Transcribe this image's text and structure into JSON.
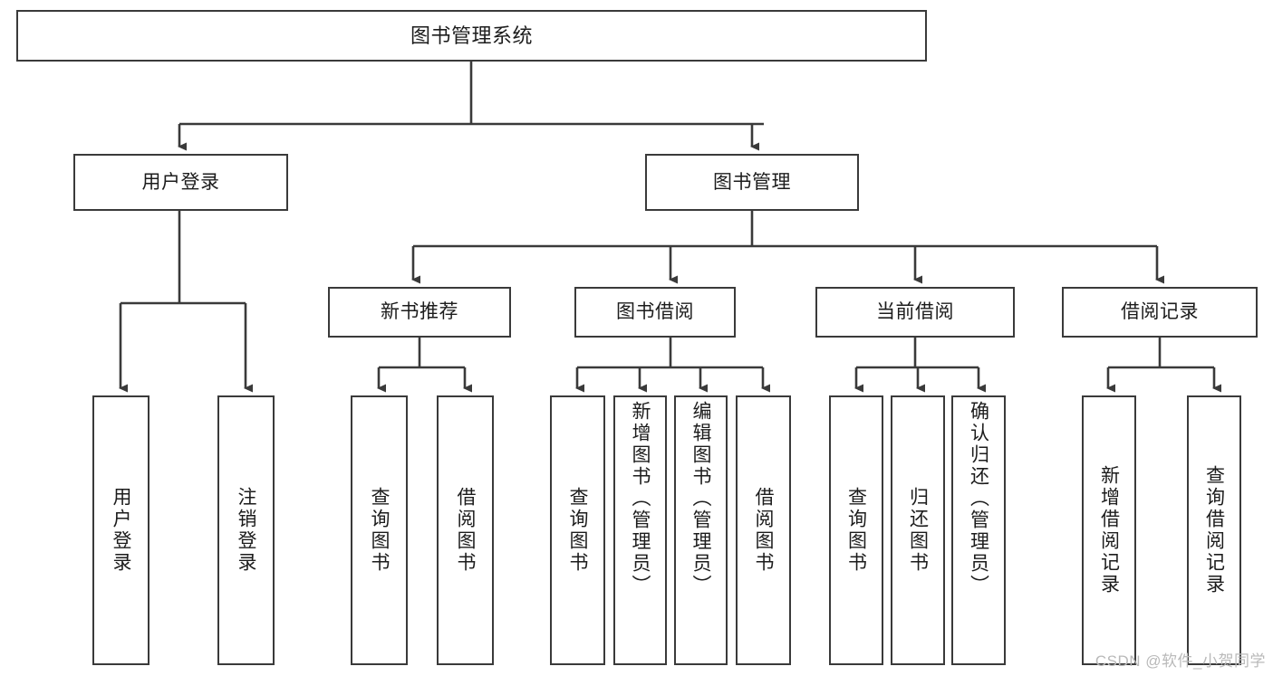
{
  "diagram": {
    "title": "图书管理系统",
    "type": "功能结构图",
    "colors": {
      "box_border": "#3a3a3a",
      "box_fill": "#ffffff",
      "connector": "#3a3a3a",
      "text": "#1c1c1c",
      "watermark": "#b9b9b9",
      "background": "#ffffff"
    }
  },
  "root": {
    "label": "图书管理系统"
  },
  "level1": [
    {
      "label": "用户登录"
    },
    {
      "label": "图书管理"
    }
  ],
  "level2": [
    {
      "label": "新书推荐"
    },
    {
      "label": "图书借阅"
    },
    {
      "label": "当前借阅"
    },
    {
      "label": "借阅记录"
    }
  ],
  "leaves": {
    "user_login": [
      {
        "label": "用户登录"
      },
      {
        "label": "注销登录"
      }
    ],
    "new_book_recommend": [
      {
        "label": "查询图书"
      },
      {
        "label": "借阅图书"
      }
    ],
    "book_borrow": [
      {
        "label": "查询图书"
      },
      {
        "label": "新增图书（管理员）"
      },
      {
        "label": "编辑图书（管理员）"
      },
      {
        "label": "借阅图书"
      }
    ],
    "current_borrow": [
      {
        "label": "查询图书"
      },
      {
        "label": "归还图书"
      },
      {
        "label": "确认归还（管理员）"
      }
    ],
    "borrow_record": [
      {
        "label": "新增借阅记录"
      },
      {
        "label": "查询借阅记录"
      }
    ]
  },
  "watermark": {
    "text": "CSDN @软件_小贺同学"
  }
}
